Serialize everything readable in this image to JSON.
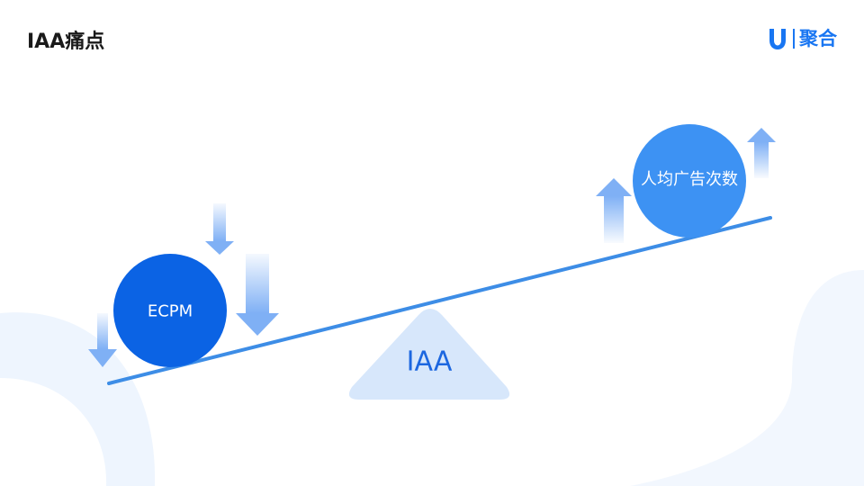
{
  "page": {
    "title": "IAA痛点"
  },
  "brand": {
    "mark": "U",
    "name": "聚合",
    "color": "#1976f2"
  },
  "diagram": {
    "fulcrum_label": "IAA",
    "left_node": "ECPM",
    "right_node": "人均广告次数",
    "left_trend": "down",
    "right_trend": "up"
  },
  "colors": {
    "beam": "#3d8de6",
    "left_circle": "#0b63e4",
    "right_circle": "#3d92f3",
    "fulcrum": "#d7e7fb",
    "arrow": "#7fb0f5",
    "background_shape": "#eef5fe"
  }
}
